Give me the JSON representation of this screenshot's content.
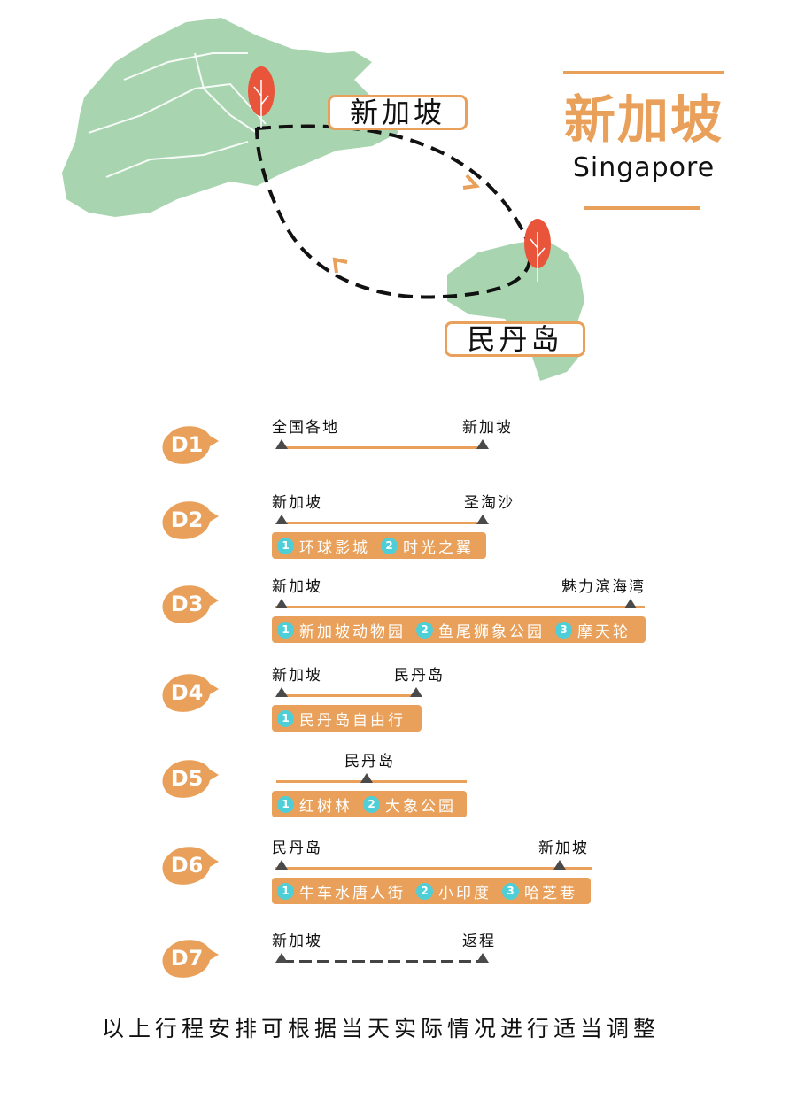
{
  "map": {
    "label_singapore": "新加坡",
    "label_bintan": "民丹岛"
  },
  "header": {
    "title_cn": "新加坡",
    "title_en": "Singapore"
  },
  "colors": {
    "accent": "#e8a05a",
    "land": "#a8d5b0",
    "number": "#4ecfd8",
    "tree": "#e8553a"
  },
  "days": [
    {
      "label": "D1",
      "from": "全国各地",
      "to": "新加坡",
      "activities": []
    },
    {
      "label": "D2",
      "from": "新加坡",
      "to": "圣淘沙",
      "activities": [
        {
          "n": "1",
          "name": "环球影城"
        },
        {
          "n": "2",
          "name": "时光之翼"
        }
      ]
    },
    {
      "label": "D3",
      "from": "新加坡",
      "to": "魅力滨海湾",
      "activities": [
        {
          "n": "1",
          "name": "新加坡动物园"
        },
        {
          "n": "2",
          "name": "鱼尾狮象公园"
        },
        {
          "n": "3",
          "name": "摩天轮"
        }
      ]
    },
    {
      "label": "D4",
      "from": "新加坡",
      "to": "民丹岛",
      "activities": [
        {
          "n": "1",
          "name": "民丹岛自由行"
        }
      ]
    },
    {
      "label": "D5",
      "from": "民丹岛",
      "activities": [
        {
          "n": "1",
          "name": "红树林"
        },
        {
          "n": "2",
          "name": "大象公园"
        }
      ]
    },
    {
      "label": "D6",
      "from": "民丹岛",
      "to": "新加坡",
      "activities": [
        {
          "n": "1",
          "name": "牛车水唐人街"
        },
        {
          "n": "2",
          "name": "小印度"
        },
        {
          "n": "3",
          "name": "哈芝巷"
        }
      ]
    },
    {
      "label": "D7",
      "from": "新加坡",
      "to": "返程",
      "activities": []
    }
  ],
  "footer": "以上行程安排可根据当天实际情况进行适当调整"
}
